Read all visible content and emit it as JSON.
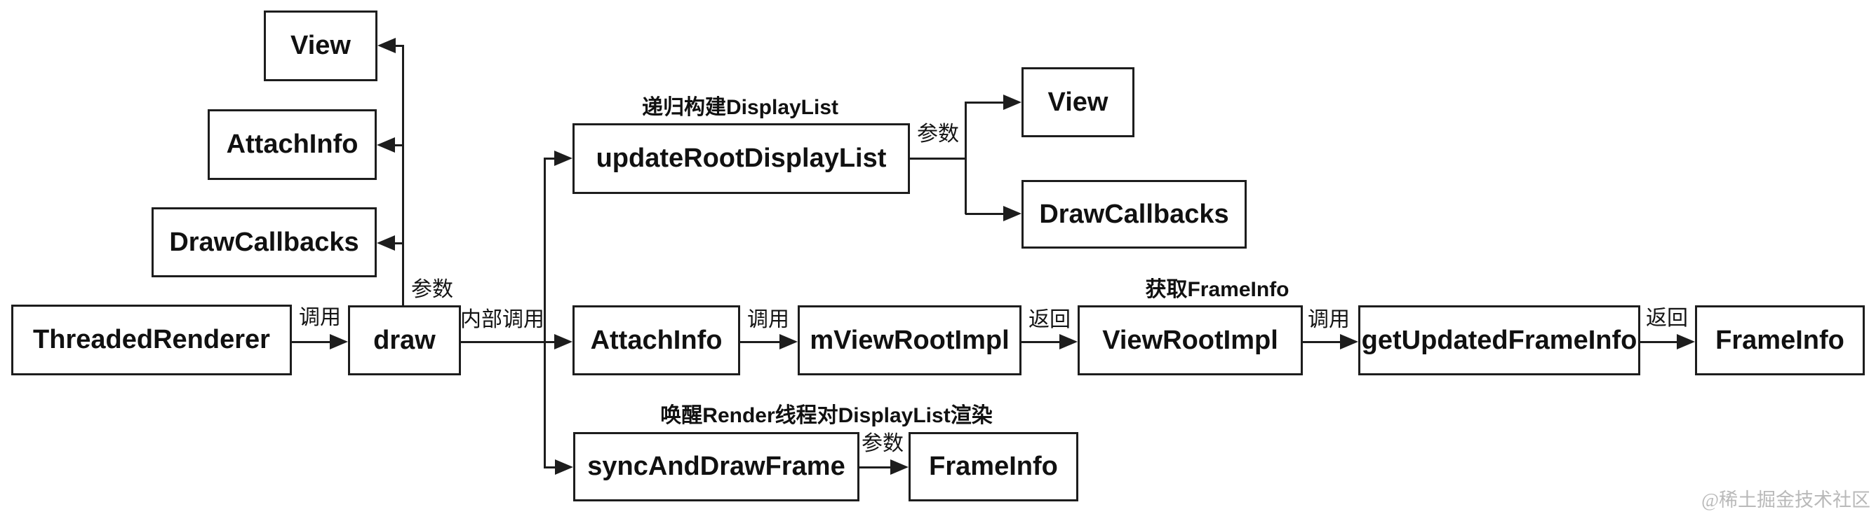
{
  "diagram": {
    "title_hint": "Android ThreadedRenderer draw flow",
    "nodes": [
      {
        "id": "view-1",
        "label": "View"
      },
      {
        "id": "attachinfo-1",
        "label": "AttachInfo"
      },
      {
        "id": "drawcallbacks-1",
        "label": "DrawCallbacks"
      },
      {
        "id": "threadedrenderer",
        "label": "ThreadedRenderer"
      },
      {
        "id": "draw",
        "label": "draw"
      },
      {
        "id": "updaterootdisplaylist",
        "label": "updateRootDisplayList"
      },
      {
        "id": "view-2",
        "label": "View"
      },
      {
        "id": "drawcallbacks-2",
        "label": "DrawCallbacks"
      },
      {
        "id": "attachinfo-2",
        "label": "AttachInfo"
      },
      {
        "id": "mviewrootimpl",
        "label": "mViewRootImpl"
      },
      {
        "id": "viewrootimpl",
        "label": "ViewRootImpl"
      },
      {
        "id": "getupdatedframeinfo",
        "label": "getUpdatedFrameInfo"
      },
      {
        "id": "frameinfo-1",
        "label": "FrameInfo"
      },
      {
        "id": "syncanddrawframe",
        "label": "syncAndDrawFrame"
      },
      {
        "id": "frameinfo-2",
        "label": "FrameInfo"
      }
    ],
    "edge_labels": [
      {
        "id": "call-threadedrenderer-draw",
        "text": "调用"
      },
      {
        "id": "param-draw-views",
        "text": "参数"
      },
      {
        "id": "internal-call-draw",
        "text": "内部调用"
      },
      {
        "id": "param-updateroot-branch",
        "text": "参数"
      },
      {
        "id": "call-attachinfo-mviewrootimpl",
        "text": "调用"
      },
      {
        "id": "return-mviewrootimpl-viewrootimpl",
        "text": "返回"
      },
      {
        "id": "call-viewrootimpl-getupdated",
        "text": "调用"
      },
      {
        "id": "return-getupdated-frameinfo",
        "text": "返回"
      },
      {
        "id": "param-sync-frameinfo",
        "text": "参数"
      }
    ],
    "captions": [
      {
        "id": "caption-updateroot",
        "text": "递归构建DisplayList"
      },
      {
        "id": "caption-viewrootimpl",
        "text": "获取FrameInfo"
      },
      {
        "id": "caption-syncanddrawframe",
        "text": "唤醒Render线程对DisplayList渲染"
      }
    ],
    "watermark": "@稀土掘金技术社区",
    "colors": {
      "background": "#ffffff",
      "line": "#1d1d1d",
      "text": "#111111",
      "watermark": "#b9b9b9"
    }
  }
}
